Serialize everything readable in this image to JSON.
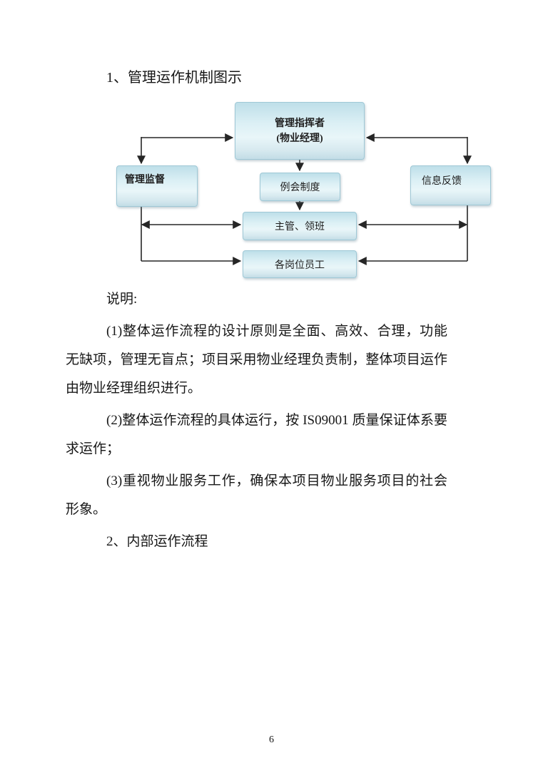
{
  "content": {
    "heading1": "1、管理运作机制图示",
    "note_label": "说明:",
    "para1": "(1)整体运作流程的设计原则是全面、高效、合理，功能无缺项，管理无盲点；项目采用物业经理负责制，整体项目运作由物业经理组织进行。",
    "para2": "(2)整体运作流程的具体运行，按 IS09001 质量保证体系要求运作；",
    "para3": "(3)重视物业服务工作，确保本项目物业服务项目的社会形象。",
    "heading2": "2、内部运作流程",
    "page_number": "6"
  },
  "diagram": {
    "commander_line1": "管理指挥者",
    "commander_line2": "(物业经理)",
    "supervision_label": "管理监督",
    "feedback_label": "信息反馈",
    "meeting_label": "例会制度",
    "foreman_label": "主管、领班",
    "staff_label": "各岗位员工"
  },
  "colors": {
    "box_grad_top": "#bedfe9",
    "box_grad_mid": "#e9f6f9",
    "box_grad_bottom": "#c3dde6",
    "box_border": "#9fc8d6",
    "connector": "#262626",
    "text": "#171717"
  }
}
